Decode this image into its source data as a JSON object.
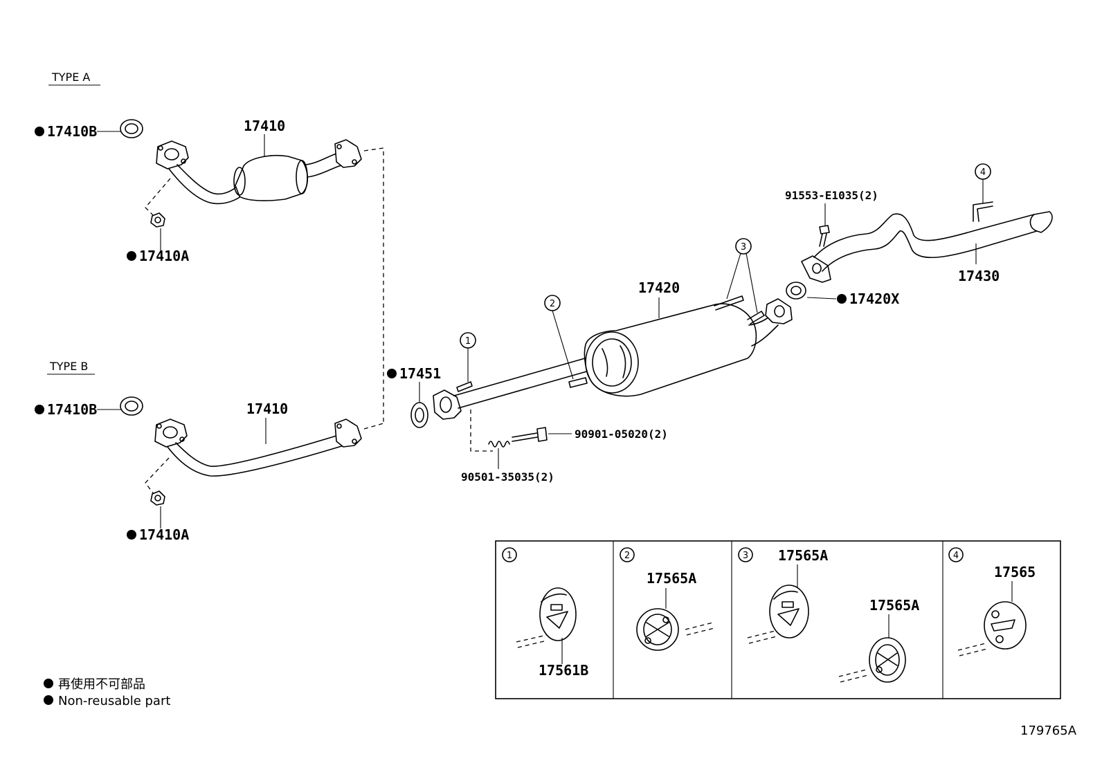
{
  "type_a": "TYPE A",
  "type_b": "TYPE B",
  "parts": {
    "p17410B_a": "17410B",
    "p17410_a": "17410",
    "p17410A_a": "17410A",
    "p17410B_b": "17410B",
    "p17410_b": "17410",
    "p17410A_b": "17410A",
    "p17451": "17451",
    "p17420": "17420",
    "p17420X": "17420X",
    "p17430": "17430",
    "p91553": "91553-E1035(2)",
    "p90901": "90901-05020(2)",
    "p90501": "90501-35035(2)"
  },
  "callouts": [
    "1",
    "2",
    "3",
    "4"
  ],
  "detail_panels": [
    {
      "num": "1",
      "labels": [
        "17561B"
      ]
    },
    {
      "num": "2",
      "labels": [
        "17565A"
      ]
    },
    {
      "num": "3",
      "labels": [
        "17565A",
        "17565A"
      ]
    },
    {
      "num": "4",
      "labels": [
        "17565"
      ]
    }
  ],
  "legend": {
    "line1": "再使用不可部品",
    "line2": "Non-reusable part"
  },
  "figure_id": "179765A"
}
